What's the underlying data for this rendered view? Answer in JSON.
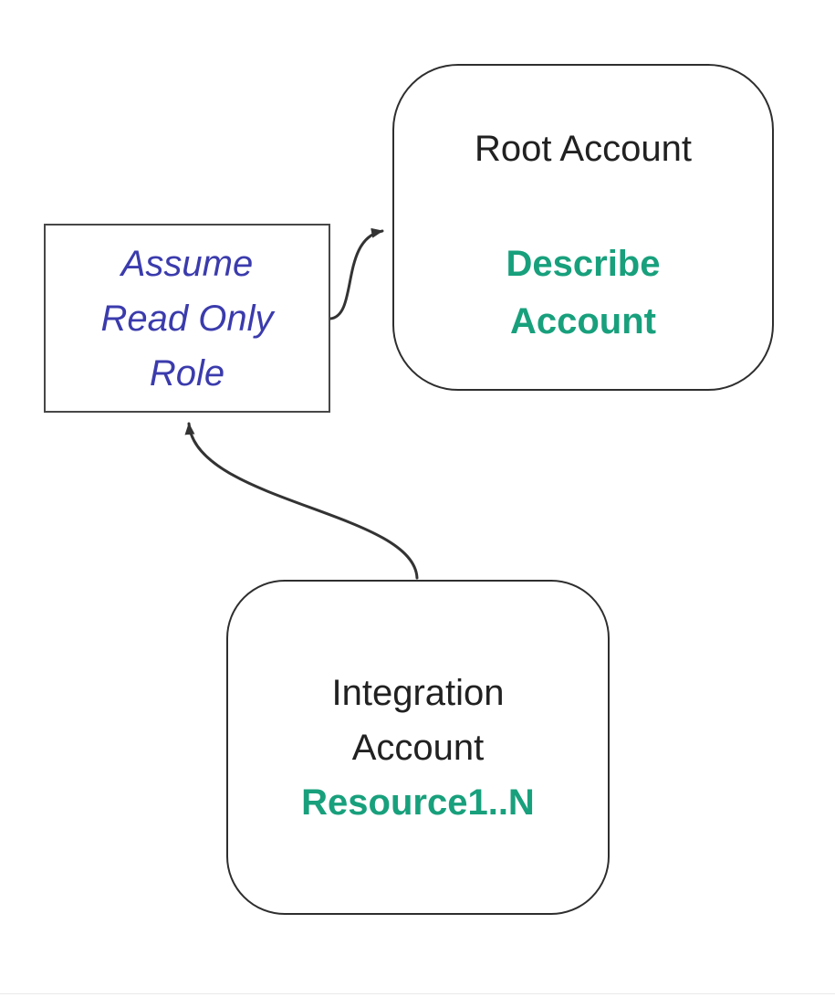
{
  "root_account": {
    "title": "Root Account",
    "action_line1": "Describe",
    "action_line2": "Account"
  },
  "assume_role": {
    "line1": "Assume",
    "line2": "Read Only",
    "line3": "Role"
  },
  "integration_account": {
    "title_line1": "Integration",
    "title_line2": "Account",
    "resource_label": "Resource1..N"
  },
  "colors": {
    "accent_teal": "#18a07c",
    "accent_blue": "#3b3bad",
    "text_dark": "#212121",
    "edge": "#333333",
    "node_border": "#2e2e2e",
    "page_divider": "#e9e9e9"
  }
}
